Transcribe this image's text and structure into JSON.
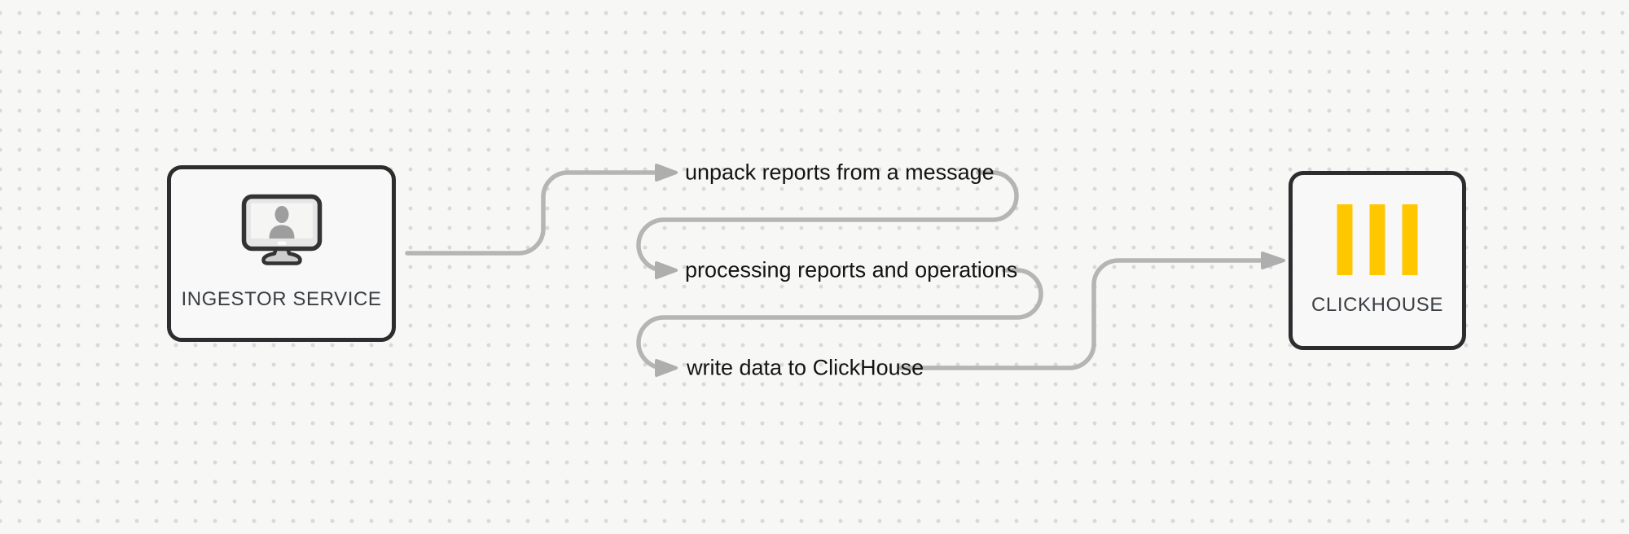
{
  "canvas": {
    "background": "#f7f7f5",
    "dot_color": "#d9d9d9"
  },
  "nodes": {
    "ingestor": {
      "label": "INGESTOR SERVICE",
      "icon": "monitor-user-icon"
    },
    "clickhouse": {
      "label": "CLICKHOUSE",
      "icon": "clickhouse-logo-icon"
    }
  },
  "flow": {
    "steps": [
      "unpack reports from a message",
      "processing reports and operations",
      "write data to ClickHouse"
    ]
  },
  "colors": {
    "connector": "#b5b5b5",
    "arrowhead": "#aeaeae",
    "node_border": "#2d2d2f",
    "node_fill": "#f7f8f7",
    "node_label_text": "#3b3e43",
    "step_text": "#141414",
    "logo_yellow": "#ffc700",
    "icon_dark": "#333333",
    "icon_gray": "#9e9e9e"
  }
}
